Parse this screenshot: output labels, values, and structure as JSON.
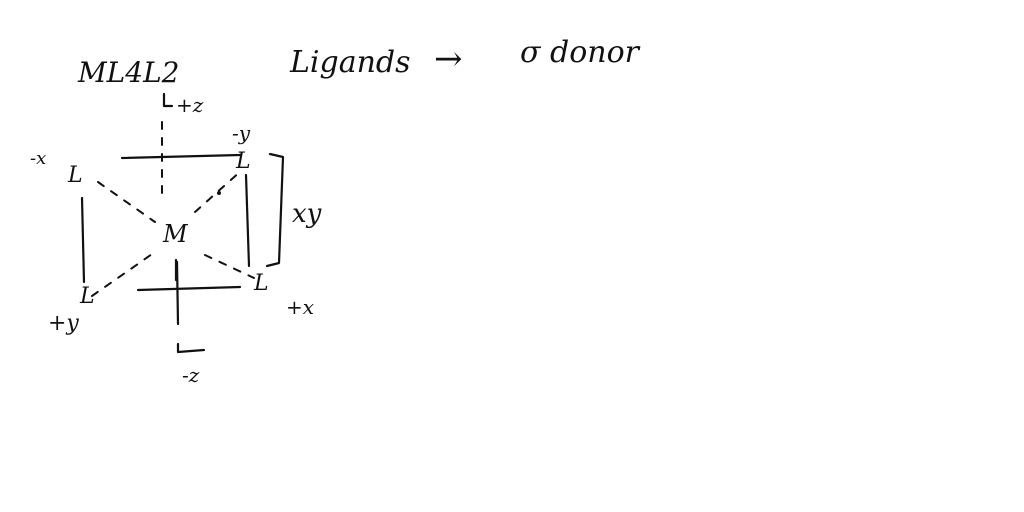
{
  "note": {
    "formula": "ML4L2",
    "heading_left": "Ligands",
    "heading_arrow": "→",
    "heading_right": "σ donor",
    "metal": "M",
    "ligand_symbol": "L",
    "axis_labels": {
      "plus_z": "+z",
      "minus_z": "-z",
      "plus_x": "+x",
      "minus_x": "-x",
      "plus_y": "+y",
      "minus_y": "-y",
      "plane": "xy"
    }
  }
}
